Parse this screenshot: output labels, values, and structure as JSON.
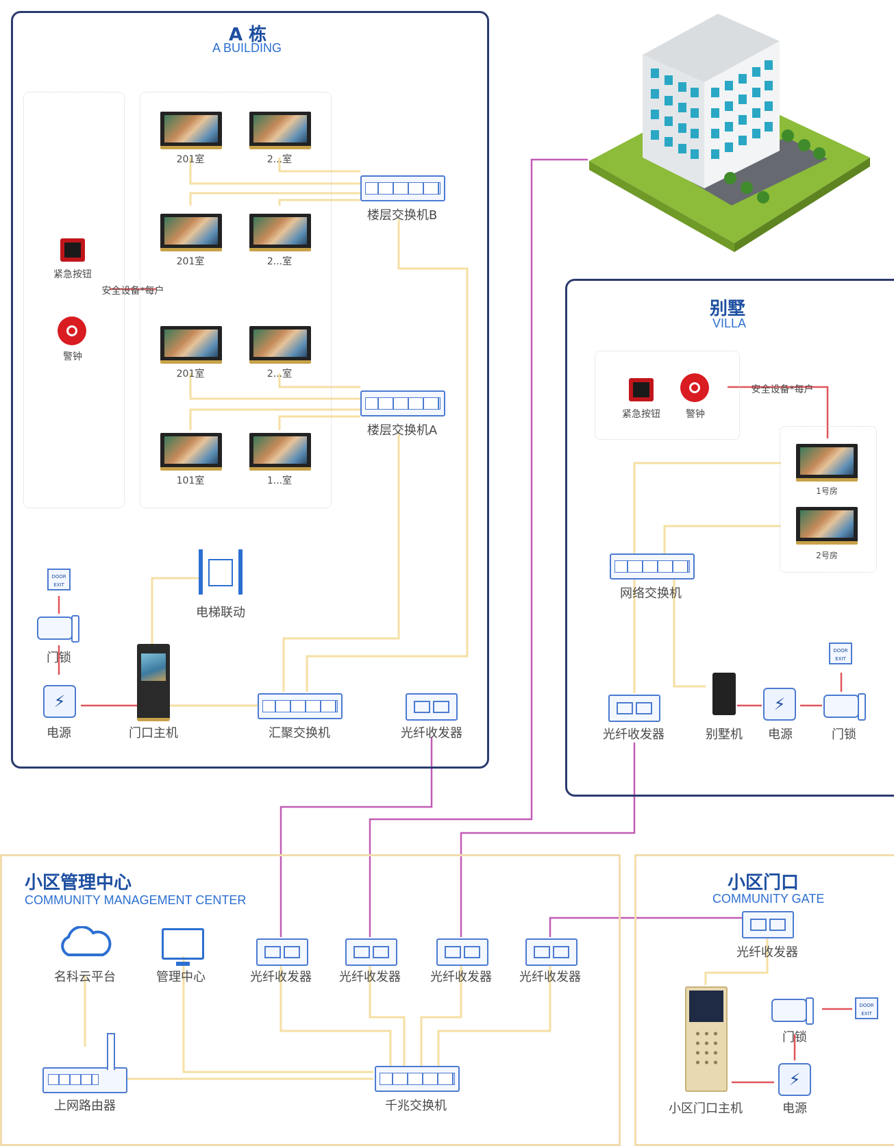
{
  "building_a": {
    "title_cn": "A 栋",
    "title_en": "A BUILDING",
    "rooms": [
      "201室",
      "2...室",
      "201室",
      "2...室",
      "201室",
      "2...室",
      "101室",
      "1...室"
    ],
    "floor_switch_b": "楼层交换机B",
    "floor_switch_a": "楼层交换机A",
    "emergency_button": "紧急按钮",
    "security_label": "安全设备*每户",
    "alarm_bell": "警钟",
    "elevator": "电梯联动",
    "door_lock": "门锁",
    "power": "电源",
    "door_station": "门口主机",
    "aggregation_switch": "汇聚交换机",
    "fiber_transceiver": "光纤收发器",
    "exit_button": "DOOR EXIT"
  },
  "villa": {
    "title_cn": "别墅",
    "title_en": "VILLA",
    "emergency_button": "紧急按钮",
    "alarm_bell": "警钟",
    "security_label": "安全设备*每户",
    "rooms": [
      "1号房",
      "2号房"
    ],
    "network_switch": "网络交换机",
    "fiber_transceiver": "光纤收发器",
    "villa_station": "别墅机",
    "power": "电源",
    "door_lock": "门锁",
    "exit_button": "DOOR EXIT"
  },
  "management": {
    "title_cn": "小区管理中心",
    "title_en": "COMMUNITY MANAGEMENT CENTER",
    "cloud": "名科云平台",
    "center": "管理中心",
    "fiber_transceivers": [
      "光纤收发器",
      "光纤收发器",
      "光纤收发器",
      "光纤收发器"
    ],
    "router": "上网路由器",
    "core_switch": "千兆交换机"
  },
  "gate": {
    "title_cn": "小区门口",
    "title_en": "COMMUNITY GATE",
    "fiber_transceiver": "光纤收发器",
    "door_lock": "门锁",
    "power": "电源",
    "gate_station": "小区门口主机",
    "exit_button": "DOOR EXIT"
  },
  "colors": {
    "panel_border": "#2b3a6e",
    "mgmt_border": "#f2dcae",
    "title_blue": "#1e4fa0",
    "wire_yellow": "#f5dfa3",
    "wire_pink": "#c25bb5",
    "wire_red": "#e0555a"
  }
}
